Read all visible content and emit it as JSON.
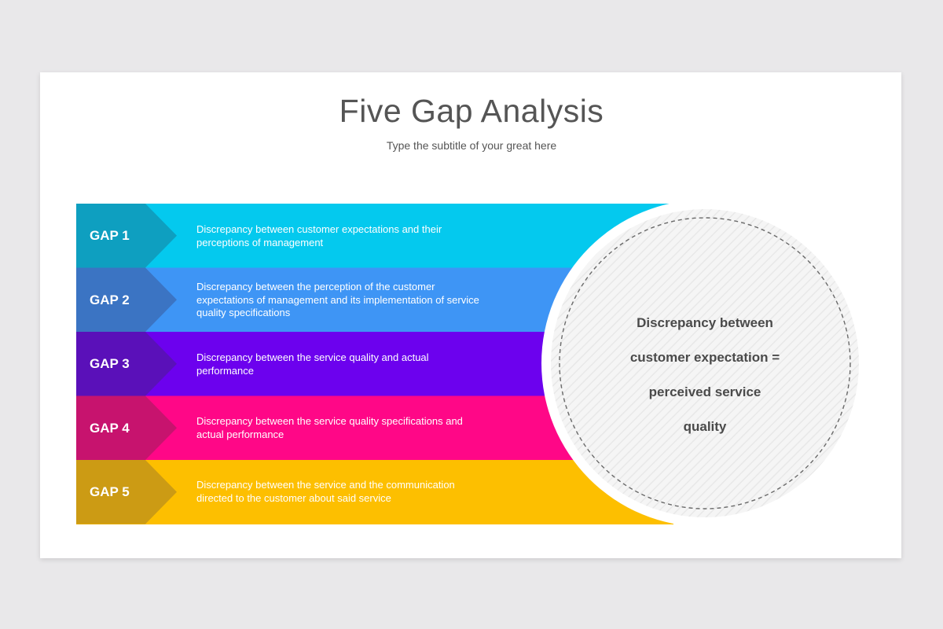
{
  "slide": {
    "title": "Five Gap Analysis",
    "subtitle": "Type the subtitle of your great here"
  },
  "gaps": [
    {
      "label": "GAP 1",
      "description": "Discrepancy between customer expectations and their perceptions of management",
      "color": "#04c9ee",
      "tab_color": "#0e9fc0"
    },
    {
      "label": "GAP 2",
      "description": "Discrepancy between the perception of the customer expectations of management and its implementation of service quality specifications",
      "color": "#3e95f5",
      "tab_color": "#3b74c3"
    },
    {
      "label": "GAP 3",
      "description": "Discrepancy between the service quality and actual performance",
      "color": "#6c01ee",
      "tab_color": "#5a10b9"
    },
    {
      "label": "GAP 4",
      "description": "Discrepancy between the service quality specifications and actual performance",
      "color": "#ff0787",
      "tab_color": "#c7136e"
    },
    {
      "label": "GAP 5",
      "description": "Discrepancy between the service and the communication directed to the customer about said service",
      "color": "#fdbf00",
      "tab_color": "#cc9b14"
    }
  ],
  "circle": {
    "text": "Discrepancy between customer expectation = perceived service quality"
  }
}
